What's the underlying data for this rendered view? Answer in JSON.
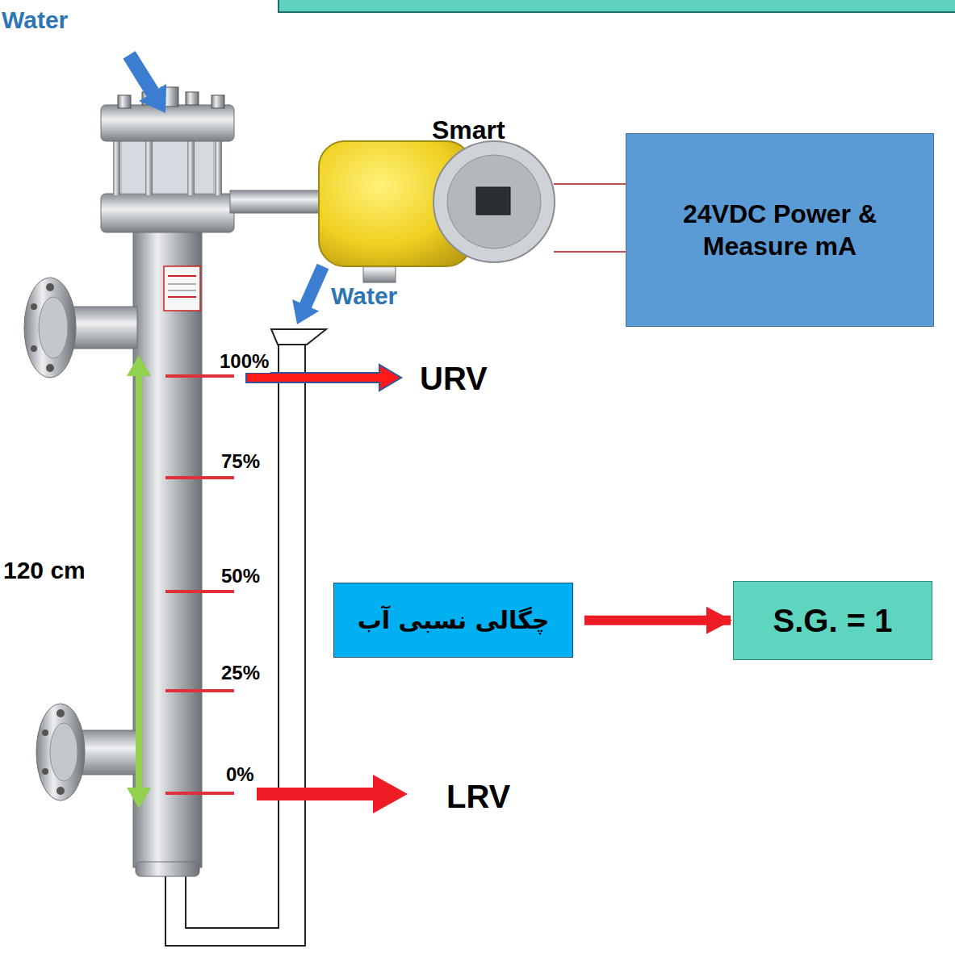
{
  "diagram": {
    "nodes": [
      {
        "text": [
          "24VDC Power & Measure mA"
        ]
      },
      {
        "text": [
          "چگالی نسبی آب"
        ]
      },
      {
        "text": [
          "S.G. = 1"
        ]
      }
    ],
    "edges": [
      {
        "from": 1,
        "to": 2,
        "arrow": "to"
      }
    ],
    "labels": [
      "Water",
      "Smart",
      "Water",
      "100%",
      "URV",
      "75%",
      "120 cm",
      "50%",
      "25%",
      "0%",
      "LRV"
    ]
  }
}
